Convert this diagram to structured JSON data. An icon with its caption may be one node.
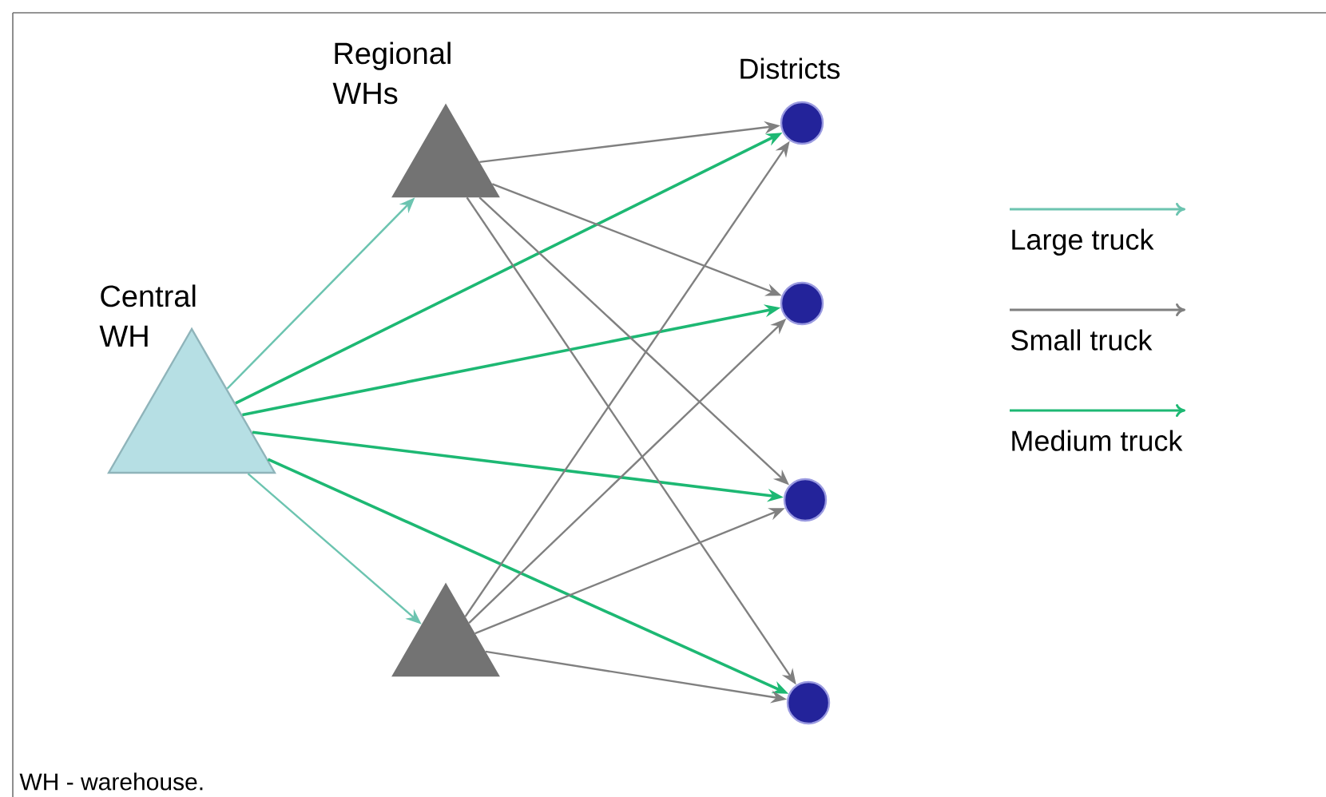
{
  "diagram": {
    "caption": "WH - warehouse.",
    "nodes": [
      {
        "text": [
          "Central WH"
        ]
      },
      {
        "text": [
          "Regional WHs"
        ]
      },
      {
        "text": [],
        "shape": "triangle"
      },
      {
        "text": [],
        "shape": "circle"
      },
      {
        "text": [],
        "shape": "circle"
      },
      {
        "text": [],
        "shape": "circle"
      },
      {
        "text": [],
        "shape": "circle"
      }
    ],
    "edges": [
      {
        "from": 0,
        "to": 1,
        "arrow": "to",
        "color": "#6cc4b0"
      },
      {
        "from": 0,
        "to": 2,
        "arrow": "to",
        "color": "#6cc4b0"
      },
      {
        "from": 0,
        "to": 3,
        "arrow": "to",
        "color": "#1db873"
      },
      {
        "from": 0,
        "to": 4,
        "arrow": "to",
        "color": "#1db873"
      },
      {
        "from": 0,
        "to": 5,
        "arrow": "to",
        "color": "#1db873"
      },
      {
        "from": 0,
        "to": 6,
        "arrow": "to",
        "color": "#1db873"
      },
      {
        "from": 1,
        "to": 3,
        "arrow": "to"
      },
      {
        "from": 1,
        "to": 4,
        "arrow": "to"
      },
      {
        "from": 1,
        "to": 5,
        "arrow": "to"
      },
      {
        "from": 1,
        "to": 6,
        "arrow": "to"
      },
      {
        "from": 2,
        "to": 3,
        "arrow": "to"
      },
      {
        "from": 2,
        "to": 4,
        "arrow": "to"
      },
      {
        "from": 2,
        "to": 5,
        "arrow": "to"
      },
      {
        "from": 2,
        "to": 6,
        "arrow": "to"
      }
    ],
    "labels": [
      "Districts"
    ],
    "legend": [
      {
        "text": "Large truck",
        "color": "#6cc4b0"
      },
      {
        "text": "Small truck",
        "color": "#808080"
      },
      {
        "text": "Medium truck",
        "color": "#1db873"
      }
    ]
  }
}
